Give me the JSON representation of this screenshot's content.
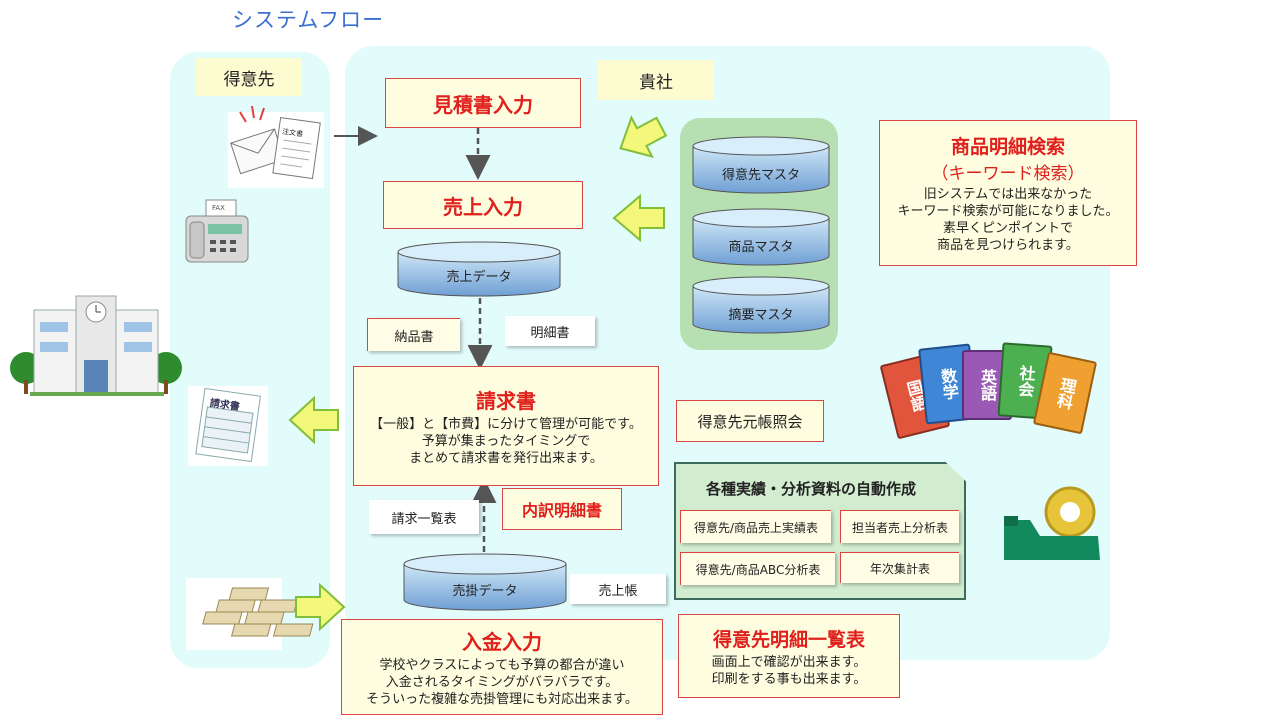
{
  "title": "システムフロー",
  "labels": {
    "customer": "得意先",
    "company": "貴社"
  },
  "icons": {
    "order_doc_text": "注文書",
    "fax_text": "FAX",
    "invoice_doc_text": "請求書"
  },
  "boxes": {
    "estimate": "見積書入力",
    "sales_input": "売上入力",
    "invoice_title": "請求書",
    "invoice_lines": [
      "【一般】と【市費】に分けて管理が可能です。",
      "予算が集まったタイミングで",
      "まとめて請求書を発行出来ます。"
    ],
    "payment_title": "入金入力",
    "payment_lines": [
      "学校やクラスによっても予算の都合が違い",
      "入金されるタイミングがバラバラです。",
      "そういった複雑な売掛管理にも対応出来ます。"
    ],
    "search_title": "商品明細検索",
    "search_subtitle": "（キーワード検索）",
    "search_lines": [
      "旧システムでは出来なかった",
      "キーワード検索が可能になりました。",
      "素早くピンポイントで",
      "商品を見つけられます。"
    ],
    "detail_list_title": "得意先明細一覧表",
    "detail_list_lines": [
      "画面上で確認が出来ます。",
      "印刷をする事も出来ます。"
    ],
    "breakdown": "内訳明細書",
    "ledger_inquiry": "得意先元帳照会"
  },
  "notes": {
    "delivery": "納品書",
    "statement": "明細書",
    "invoice_list": "請求一覧表",
    "sales_ledger": "売上帳"
  },
  "databases": {
    "sales_data": "売上データ",
    "receivable_data": "売掛データ",
    "masters": [
      "得意先マスタ",
      "商品マスタ",
      "摘要マスタ"
    ]
  },
  "reports": {
    "title": "各種実績・分析資料の自動作成",
    "items": [
      "得意先/商品売上実績表",
      "担当者売上分析表",
      "得意先/商品ABC分析表",
      "年次集計表"
    ]
  },
  "books": [
    "国語",
    "数学",
    "英語",
    "社会",
    "理科"
  ],
  "colors": {
    "accent_red": "#e0201c",
    "panel": "#e2fbfb",
    "arrow_yellow": "#f3f77a",
    "arrow_green": "#7fbf3a",
    "master_panel": "#b6e0b2",
    "report_panel": "#d2ecd0"
  }
}
